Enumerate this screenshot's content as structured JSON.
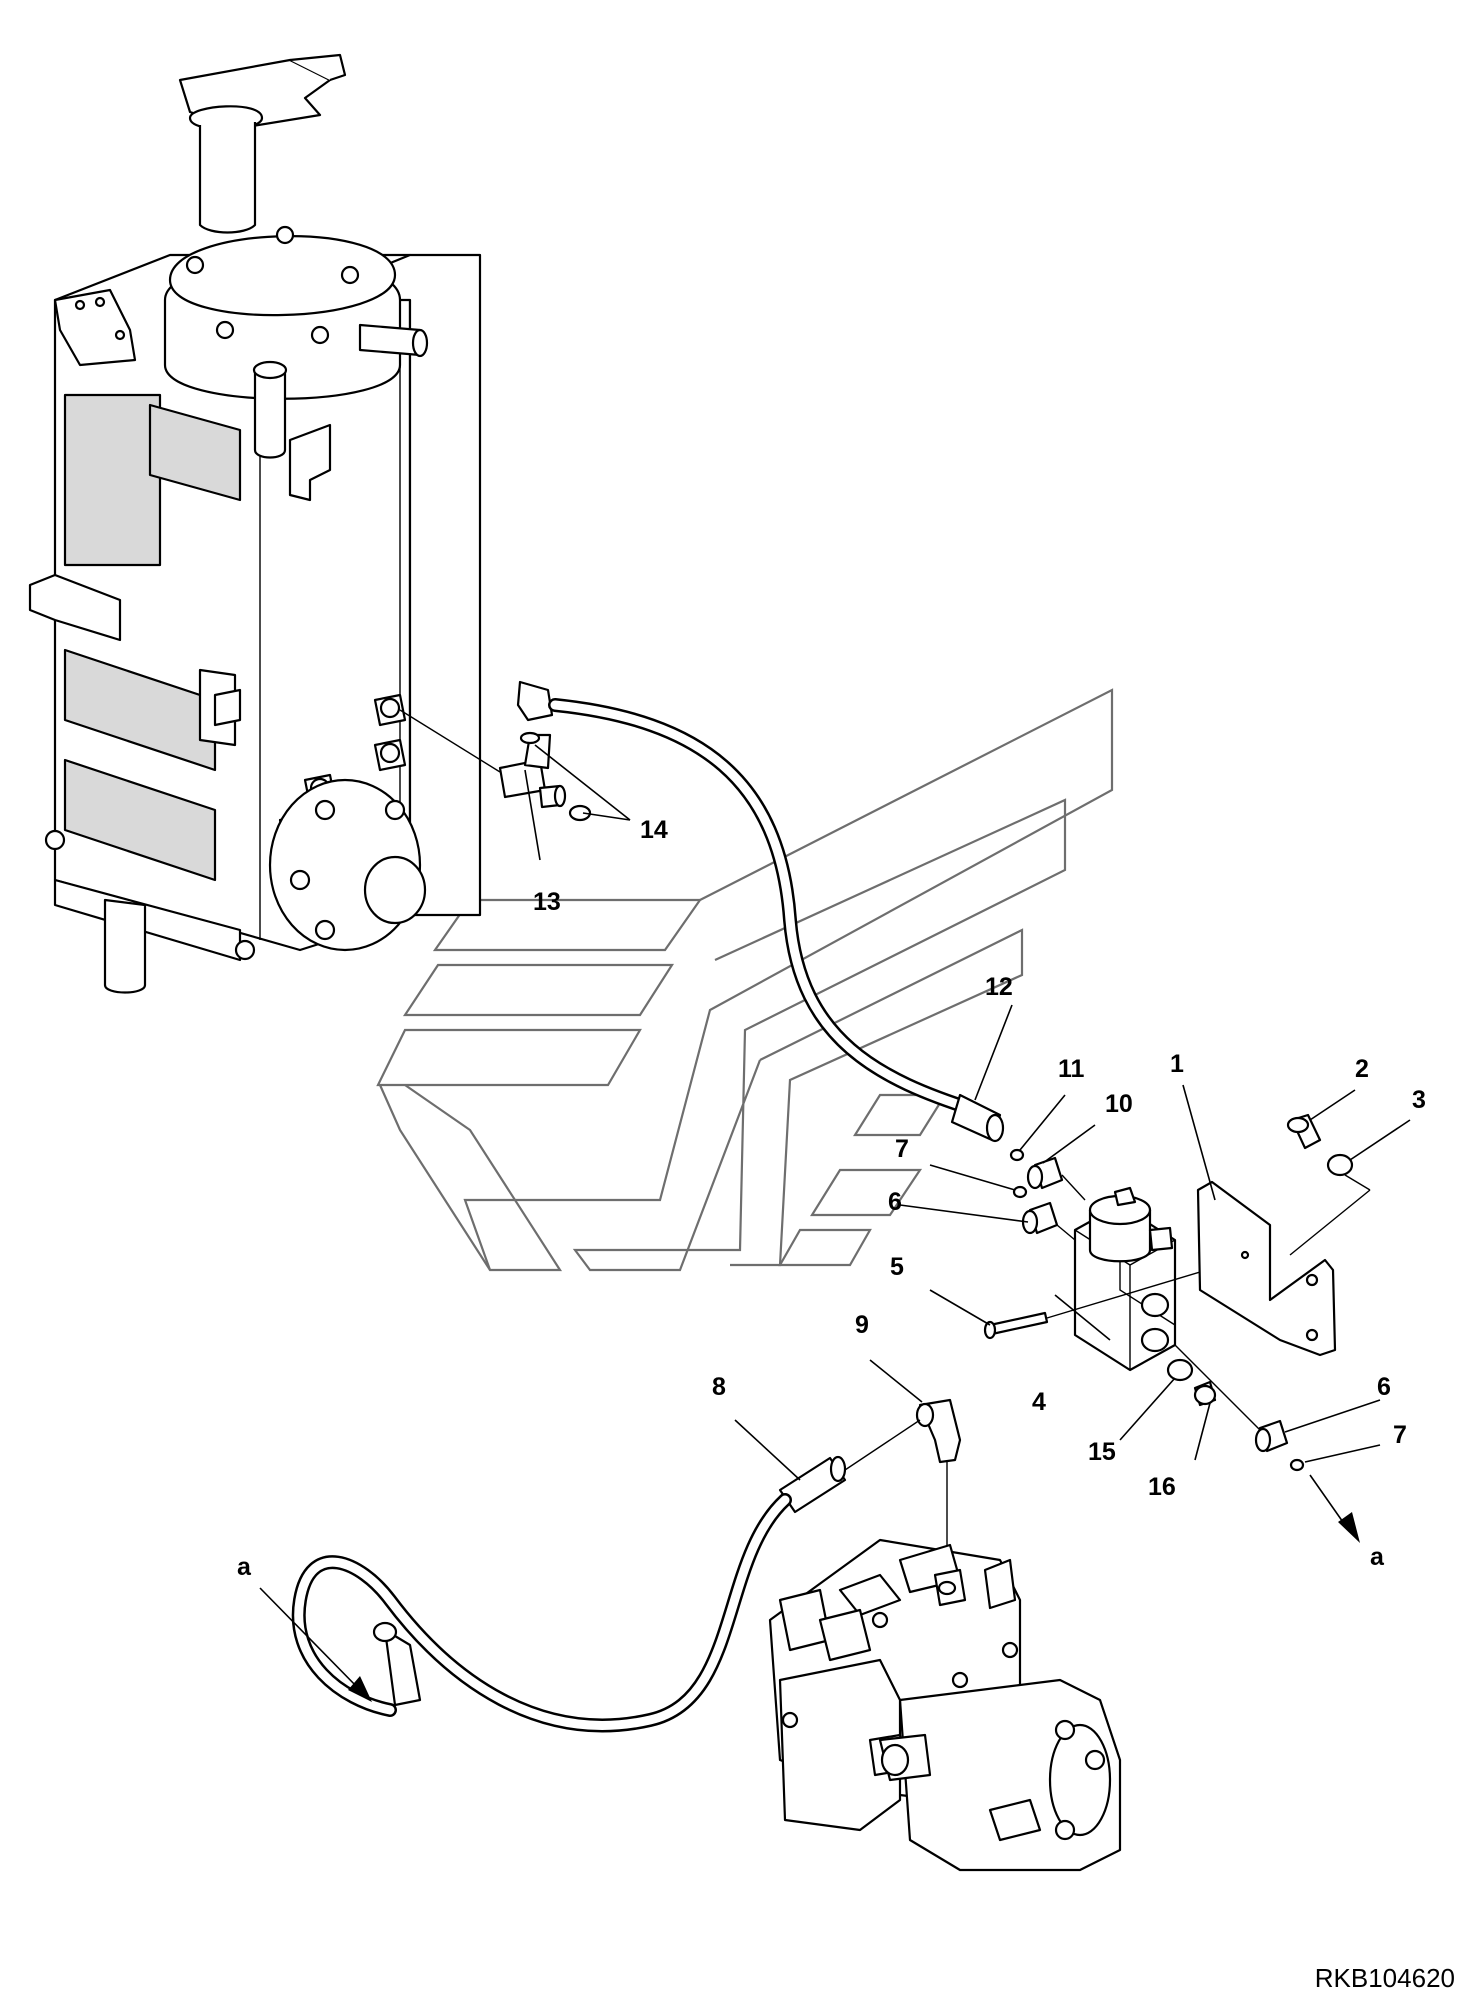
{
  "figure": {
    "reference_code": "RKB104620",
    "callouts": {
      "c1": "1",
      "c2": "2",
      "c3": "3",
      "c4": "4",
      "c5": "5",
      "c6a": "6",
      "c6b": "6",
      "c7a": "7",
      "c7b": "7",
      "c8": "8",
      "c9": "9",
      "c10": "10",
      "c11": "11",
      "c12": "12",
      "c13": "13",
      "c14": "14",
      "c15": "15",
      "c16": "16"
    },
    "connection_marks": {
      "a_upper": "a",
      "a_lower": "a"
    }
  }
}
